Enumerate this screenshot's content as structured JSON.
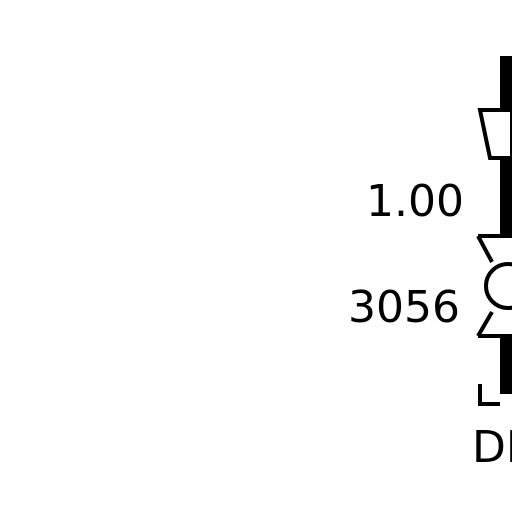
{
  "diagram": {
    "labels": {
      "upper_value": "1.00",
      "lower_value": "3056",
      "edge_label": "DI"
    },
    "colors": {
      "background": "#ffffff",
      "ink": "#000000"
    }
  }
}
